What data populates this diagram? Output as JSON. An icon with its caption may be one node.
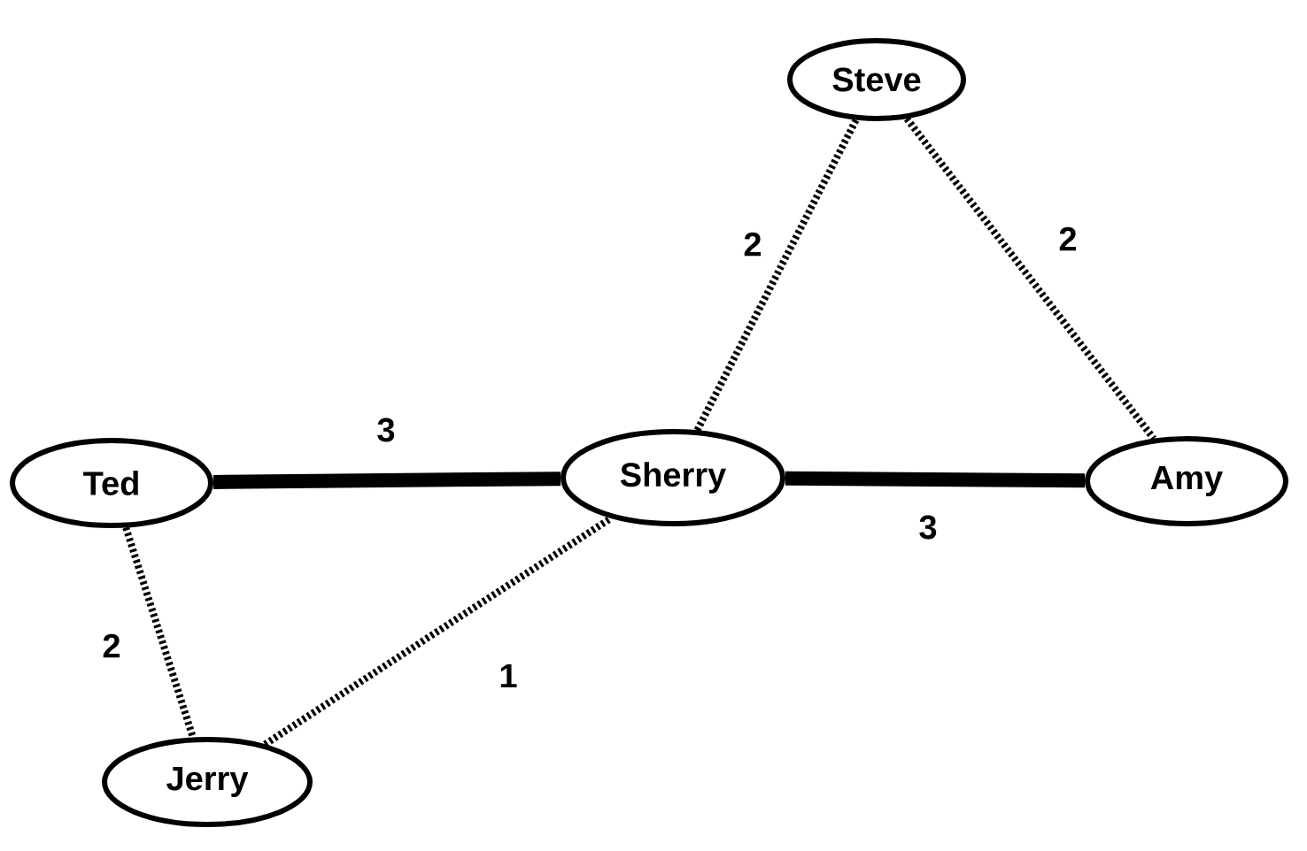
{
  "diagram": {
    "nodes": [
      {
        "text": [
          "Steve"
        ]
      },
      {
        "text": [
          "Ted"
        ]
      },
      {
        "text": [
          "Sherry"
        ]
      },
      {
        "text": [
          "Amy"
        ]
      },
      {
        "text": [
          "Jerry"
        ]
      }
    ],
    "edges": [
      {
        "from": 1,
        "to": 2,
        "arrow": "none",
        "label": "3",
        "style": "thick"
      },
      {
        "from": 2,
        "to": 0,
        "arrow": "none",
        "label": "2",
        "style": "dashed"
      },
      {
        "from": 0,
        "to": 3,
        "arrow": "none",
        "label": "2",
        "style": "dashed"
      },
      {
        "from": 2,
        "to": 3,
        "arrow": "none",
        "label": "3",
        "style": "thick"
      },
      {
        "from": 1,
        "to": 4,
        "arrow": "none",
        "label": "2",
        "style": "dashed"
      },
      {
        "from": 4,
        "to": 2,
        "arrow": "none",
        "label": "1",
        "style": "dashed"
      }
    ]
  }
}
